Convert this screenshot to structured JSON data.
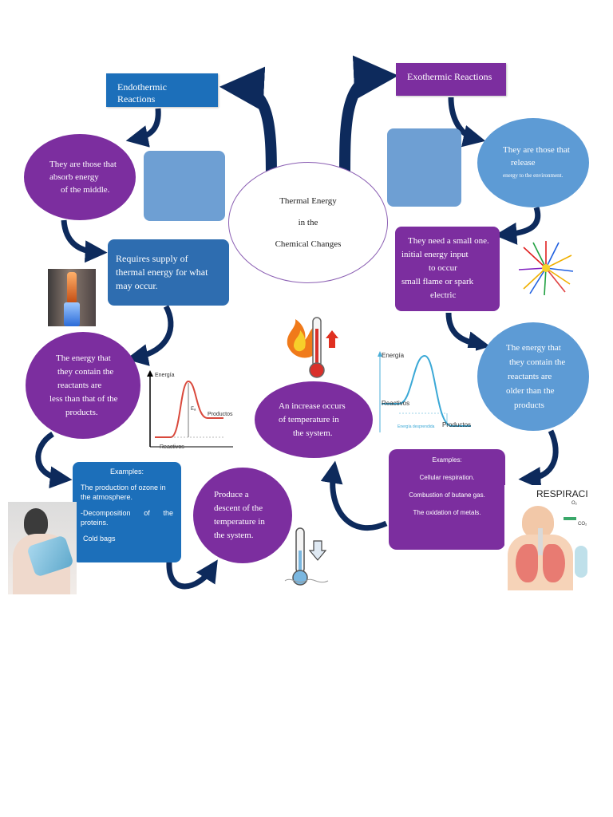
{
  "colors": {
    "navy_arrow": "#0d2a5c",
    "blue_box": "#1c6fba",
    "purple": "#7c2e9f",
    "light_blue": "#5d9bd5",
    "placeholder_blue": "#6e9fd3"
  },
  "center": {
    "lines": [
      "Thermal Energy",
      "in the",
      "Chemical Changes"
    ]
  },
  "endothermic": {
    "title": "Endothermic Reactions",
    "definition_lines": [
      "They are those that",
      "absorb energy",
      "of the middle."
    ],
    "requirement_lines": [
      "Requires supply of",
      "thermal energy for what",
      "may occur."
    ],
    "energy_lines": [
      "The energy that",
      "they contain the",
      "reactants are",
      "less than that of the",
      "products."
    ],
    "examples_title": "Examples:",
    "examples": [
      "The production of ozone in the atmosphere.",
      "-Decomposition of the proteins.",
      "Cold bags"
    ],
    "result_lines": [
      "Produce a",
      "descent of the",
      "temperature in",
      "the system."
    ]
  },
  "exothermic": {
    "title": "Exothermic Reactions",
    "definition_lines": [
      "They are those that",
      "release"
    ],
    "definition_small": "energy to the environment.",
    "requirement_lines": [
      "They need a small one.",
      "initial energy input",
      "to occur",
      "small flame or spark",
      "electric"
    ],
    "energy_lines": [
      "The energy that",
      "they contain the",
      "reactants are",
      "older than the",
      "products"
    ],
    "examples_title": "Examples:",
    "examples": [
      "Cellular respiration.",
      "Combustion of butane gas.",
      "The oxidation of metals."
    ],
    "result_lines": [
      "An increase occurs",
      "of temperature in",
      "the system."
    ]
  },
  "endo_chart": {
    "y_label": "Energía",
    "peak_label": "Eₐ",
    "products_label": "Productos",
    "reactants_label": "Reactivos"
  },
  "exo_chart": {
    "y_label": "Energía",
    "reactants_label": "Reactivos",
    "released_label": "Energía desprendida",
    "products_label": "Productos"
  },
  "respiration_image": {
    "label": "RESPIRACIÓ",
    "o2_label": "O₂",
    "co2_label": "CO₂"
  }
}
